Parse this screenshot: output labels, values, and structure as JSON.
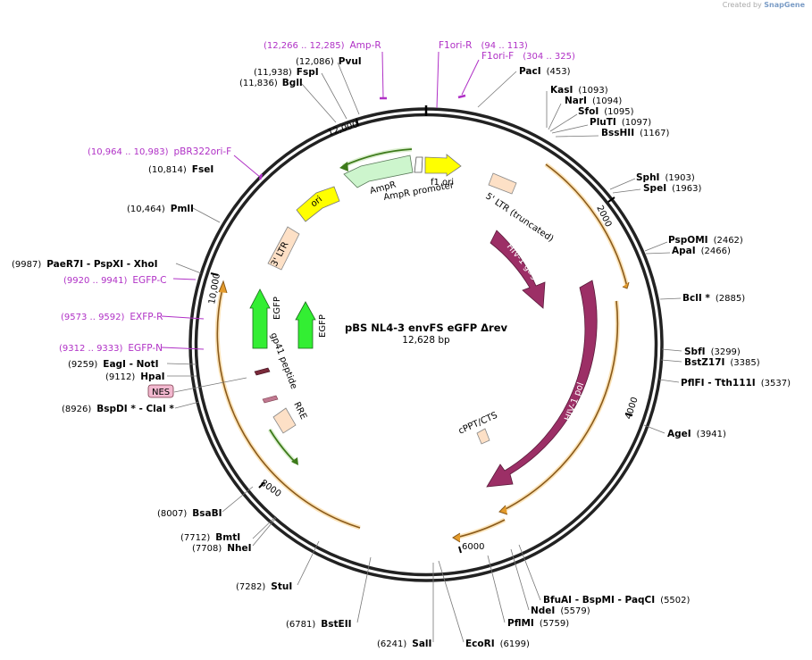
{
  "watermark": {
    "prefix": "Created by",
    "brand": "SnapGene"
  },
  "plasmid": {
    "name": "pBS NL4-3 envFS eGFP Δrev",
    "length_label": "12,628 bp"
  },
  "ticks": [
    "2000",
    "4000",
    "6000",
    "8000",
    "10,000",
    "12,000"
  ],
  "sites": [
    {
      "id": "pvui",
      "name": "PvuI",
      "pos": "(12,086)"
    },
    {
      "id": "fspi",
      "name": "FspI",
      "pos": "(11,938)"
    },
    {
      "id": "bgli",
      "name": "BglI",
      "pos": "(11,836)"
    },
    {
      "id": "paci",
      "name": "PacI",
      "pos": "(453)"
    },
    {
      "id": "kasi",
      "name": "KasI",
      "pos": "(1093)"
    },
    {
      "id": "nari",
      "name": "NarI",
      "pos": "(1094)"
    },
    {
      "id": "sfoi",
      "name": "SfoI",
      "pos": "(1095)"
    },
    {
      "id": "pluti",
      "name": "PluTI",
      "pos": "(1097)"
    },
    {
      "id": "bsshii",
      "name": "BssHII",
      "pos": "(1167)"
    },
    {
      "id": "sphi",
      "name": "SphI",
      "pos": "(1903)"
    },
    {
      "id": "spei",
      "name": "SpeI",
      "pos": "(1963)"
    },
    {
      "id": "pspomi",
      "name": "PspOMI",
      "pos": "(2462)"
    },
    {
      "id": "apai",
      "name": "ApaI",
      "pos": "(2466)"
    },
    {
      "id": "bcli",
      "name": "BclI *",
      "pos": "(2885)"
    },
    {
      "id": "sbfi",
      "name": "SbfI",
      "pos": "(3299)"
    },
    {
      "id": "bstz17i",
      "name": "BstZ17I",
      "pos": "(3385)"
    },
    {
      "id": "pflfi",
      "name": "PflFI - Tth111I",
      "pos": "(3537)"
    },
    {
      "id": "agei",
      "name": "AgeI",
      "pos": "(3941)"
    },
    {
      "id": "bfuai",
      "name": "BfuAI - BspMI - PaqCI",
      "pos": "(5502)"
    },
    {
      "id": "ndei",
      "name": "NdeI",
      "pos": "(5579)"
    },
    {
      "id": "pflmi",
      "name": "PflMI",
      "pos": "(5759)"
    },
    {
      "id": "ecori",
      "name": "EcoRI",
      "pos": "(6199)"
    },
    {
      "id": "sali",
      "name": "SalI",
      "pos": "(6241)"
    },
    {
      "id": "bsteii",
      "name": "BstEII",
      "pos": "(6781)"
    },
    {
      "id": "stui",
      "name": "StuI",
      "pos": "(7282)"
    },
    {
      "id": "bmti",
      "name": "BmtI",
      "pos": "(7712)"
    },
    {
      "id": "nhei",
      "name": "NheI",
      "pos": "(7708)"
    },
    {
      "id": "bsabi",
      "name": "BsaBI",
      "pos": "(8007)"
    },
    {
      "id": "bspdi",
      "name": "BspDI * - ClaI *",
      "pos": "(8926)"
    },
    {
      "id": "hpai",
      "name": "HpaI",
      "pos": "(9112)"
    },
    {
      "id": "eagi",
      "name": "EagI - NotI",
      "pos": "(9259)"
    },
    {
      "id": "paer7i",
      "name": "PaeR7I - PspXI - XhoI",
      "pos": "(9987)"
    },
    {
      "id": "pmli",
      "name": "PmlI",
      "pos": "(10,464)"
    },
    {
      "id": "fsei",
      "name": "FseI",
      "pos": "(10,814)"
    }
  ],
  "primers": [
    {
      "id": "ampr",
      "name": "Amp-R",
      "pos": "(12,266 .. 12,285)"
    },
    {
      "id": "f1orir",
      "name": "F1ori-R",
      "pos": "(94 .. 113)"
    },
    {
      "id": "f1orif",
      "name": "F1ori-F",
      "pos": "(304 .. 325)"
    },
    {
      "id": "pbr322",
      "name": "pBR322ori-F",
      "pos": "(10,964 .. 10,983)"
    },
    {
      "id": "egfpc",
      "name": "EGFP-C",
      "pos": "(9920 .. 9941)"
    },
    {
      "id": "exfpr",
      "name": "EXFP-R",
      "pos": "(9573 .. 9592)"
    },
    {
      "id": "egfpn",
      "name": "EGFP-N",
      "pos": "(9312 .. 9333)"
    }
  ],
  "features": {
    "ampr": "AmpR",
    "ampr_promoter": "AmpR promoter",
    "f1ori": "f1 ori",
    "ori": "ori",
    "ltr5": "5' LTR (truncated)",
    "ltr3": "3' LTR",
    "gag": "HIV-1 gag",
    "pol": "HIV-1 pol",
    "cppt": "cPPT/CTS",
    "egfp1": "EGFP",
    "egfp2": "EGFP",
    "gp41": "gp41 peptide",
    "rre": "RRE",
    "nes": "NES"
  },
  "colors": {
    "primer": "#b031c6",
    "hiv": "#9c2f66",
    "egfp": "#33ee33",
    "ampr": "#cdf5cd",
    "ori": "#ffff00",
    "ltr": "#fde0c6",
    "orf_arc": "#e49b2c",
    "nes": "#f2b8cf"
  }
}
